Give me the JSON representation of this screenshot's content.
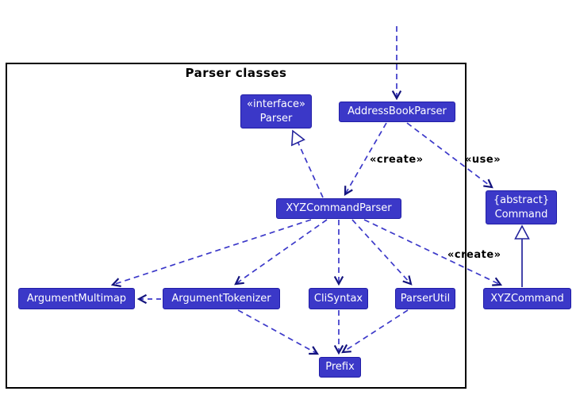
{
  "diagram": {
    "frame_title": "Parser classes",
    "nodes": [
      {
        "id": "parser-interface",
        "stereotype": "«interface»",
        "name": "Parser"
      },
      {
        "id": "address-book-parser",
        "name": "AddressBookParser"
      },
      {
        "id": "xyz-command-parser",
        "name": "XYZCommandParser"
      },
      {
        "id": "argument-multimap",
        "name": "ArgumentMultimap"
      },
      {
        "id": "argument-tokenizer",
        "name": "ArgumentTokenizer"
      },
      {
        "id": "cli-syntax",
        "name": "CliSyntax"
      },
      {
        "id": "parser-util",
        "name": "ParserUtil"
      },
      {
        "id": "xyz-command",
        "name": "XYZCommand"
      },
      {
        "id": "command",
        "stereotype": "{abstract}",
        "name": "Command"
      },
      {
        "id": "prefix",
        "name": "Prefix"
      }
    ],
    "edge_labels": {
      "create_parser": "«create»",
      "use": "«use»",
      "create_command": "«create»"
    },
    "relationships": [
      "external → AddressBookParser (dashed dependency)",
      "AddressBookParser → XYZCommandParser «create»",
      "AddressBookParser → Command «use»",
      "XYZCommandParser --|> Parser (realization)",
      "XYZCommandParser → ArgumentMultimap",
      "XYZCommandParser → ArgumentTokenizer",
      "XYZCommandParser → CliSyntax",
      "XYZCommandParser → ParserUtil",
      "XYZCommandParser → XYZCommand «create»",
      "ArgumentTokenizer → ArgumentMultimap",
      "ArgumentTokenizer → Prefix",
      "CliSyntax → Prefix",
      "ParserUtil → Prefix",
      "XYZCommand --|> Command (generalization)"
    ],
    "colors": {
      "node_fill": "#3b38c8",
      "node_border": "#211da6",
      "node_text": "#ffffff",
      "dashed_line": "#3c39c9",
      "arrowhead": "#14147e",
      "frame_border": "#000000",
      "label_text": "#000000"
    }
  }
}
